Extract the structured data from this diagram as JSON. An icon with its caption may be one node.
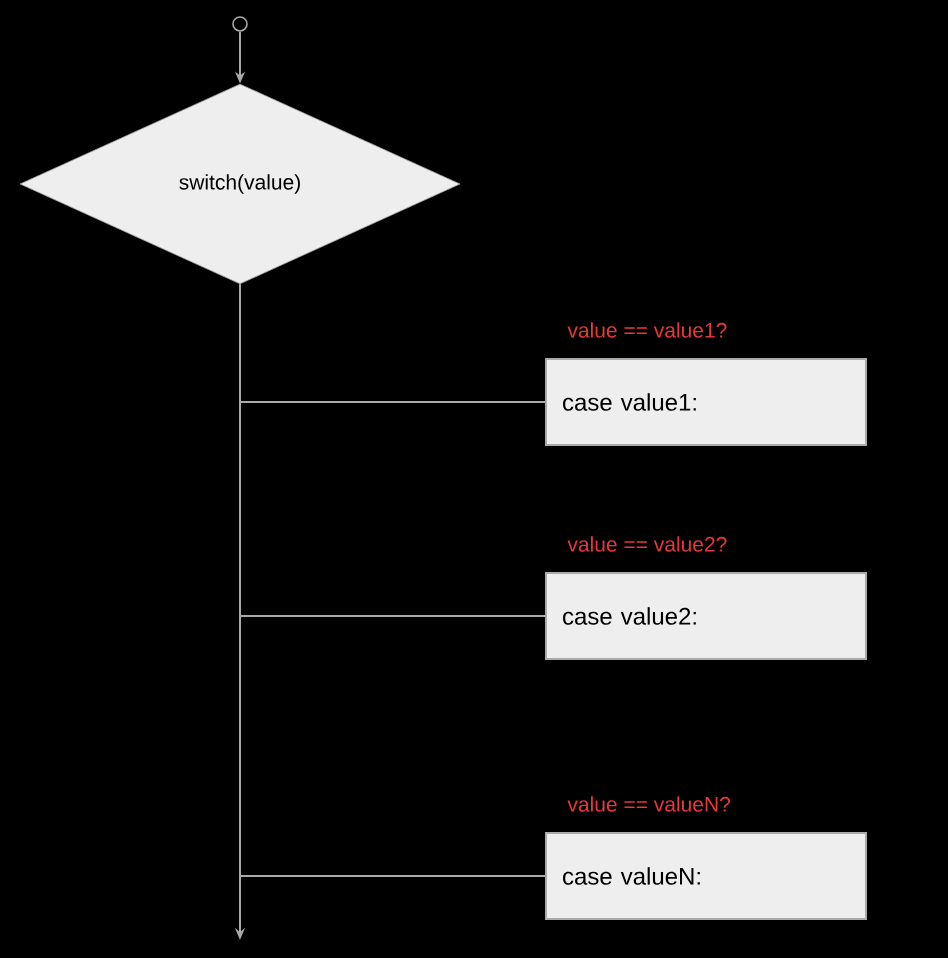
{
  "diagram": {
    "nodes": [
      {
        "text": [],
        "shape": "circle"
      },
      {
        "text": [
          "switch(value)"
        ]
      },
      {
        "text": [
          "case value1:"
        ]
      },
      {
        "text": [
          "case value2:"
        ]
      },
      {
        "text": [
          "case valueN:"
        ]
      }
    ],
    "edges": [
      {
        "from": 0,
        "to": 1,
        "arrow": "to"
      },
      {
        "from": 1,
        "to": 2,
        "arrow": "none",
        "label": "value == value1?"
      },
      {
        "from": 1,
        "to": 3,
        "arrow": "none",
        "label": "value == value2?"
      },
      {
        "from": 1,
        "to": 4,
        "arrow": "none",
        "label": "value == valueN?"
      },
      {
        "from": 1,
        "to": null,
        "arrow": "to"
      }
    ]
  }
}
